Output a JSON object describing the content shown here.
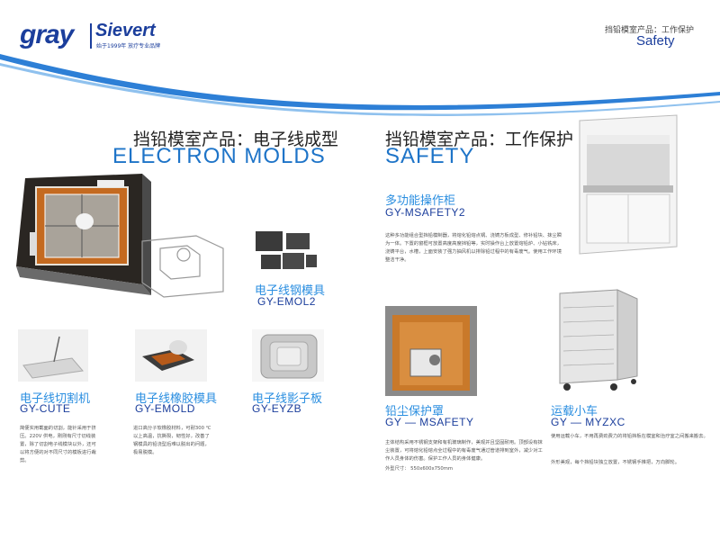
{
  "header": {
    "logo_primary": "gray",
    "logo_secondary": "Sievert",
    "logo_tagline": "始于1999年 放疗专业品牌",
    "section_cn": "挡铅模室产品：工作保护",
    "section_en": "Safety"
  },
  "left": {
    "title_cn": "挡铅模室产品：电子线成型",
    "title_en": "ELECTRON  MOLDS",
    "items": [
      {
        "cn": "电子线钢模具",
        "en": "GY-EMOL2",
        "desc": ""
      },
      {
        "cn": "电子线切割机",
        "en": "GY-CUTE",
        "desc": "简便实用截面的切割，能针采用于挤压。220V 供电，刚刚有尺寸切线装置，除了切割电子线模块以外，还可以将方便的对不同尺寸的模板进行裁剪。"
      },
      {
        "cn": "电子线橡胶模具",
        "en": "GY-EMOLD",
        "desc": "进口高分子软橡胶材料，可耐300 ℃以上高温，抗撕裂，韧性好，改善了钢模具的铅浇型后难以脱出的问题，极易脱模。"
      },
      {
        "cn": "电子线影子板",
        "en": "GY-EYZB",
        "desc": ""
      }
    ]
  },
  "right": {
    "title_cn": "挡铅模室产品：工作保护",
    "title_en": "SAFETY",
    "items": [
      {
        "cn": "多功能操作柜",
        "en": "GY-MSAFETY2",
        "desc": "这种多功能组合型挡铅模制器，将熔化铅熔点锅、浇铸方板成型、修补铅块、抹尘瞬为一体。下置的窗框可放置高度高度挡铅等，实时操作台上放置熔铅炉、小钻铣床，浇铸平台，水槽，上面安装了强力抽风机以排除铅过程中的有毒废气。使用工作环境整洁干净。"
      },
      {
        "cn": "铅尘保护罩",
        "en": "GY — MSAFETY",
        "desc": "主体结构采用不锈钢支架和有机玻璃制作，美观并且坚固耐用。顶部设有抹尘装置，可将熔化铅熔点全过程中的有毒废气通过管道排到室外，减少对工作人员身体的伤害。保护工作人员的身体健康。",
        "dims": "外型尺寸：      550x600x750mm"
      },
      {
        "cn": "运载小车",
        "en": "GY — MYZXC",
        "desc": "使用运载小车，不用再费劲费力的将铅挡板在模室和治疗室之间搬来搬去。",
        "desc2": "外形美观，每个挡铅块独立放置，不锈钢手推把，万向脚轮。"
      }
    ]
  }
}
